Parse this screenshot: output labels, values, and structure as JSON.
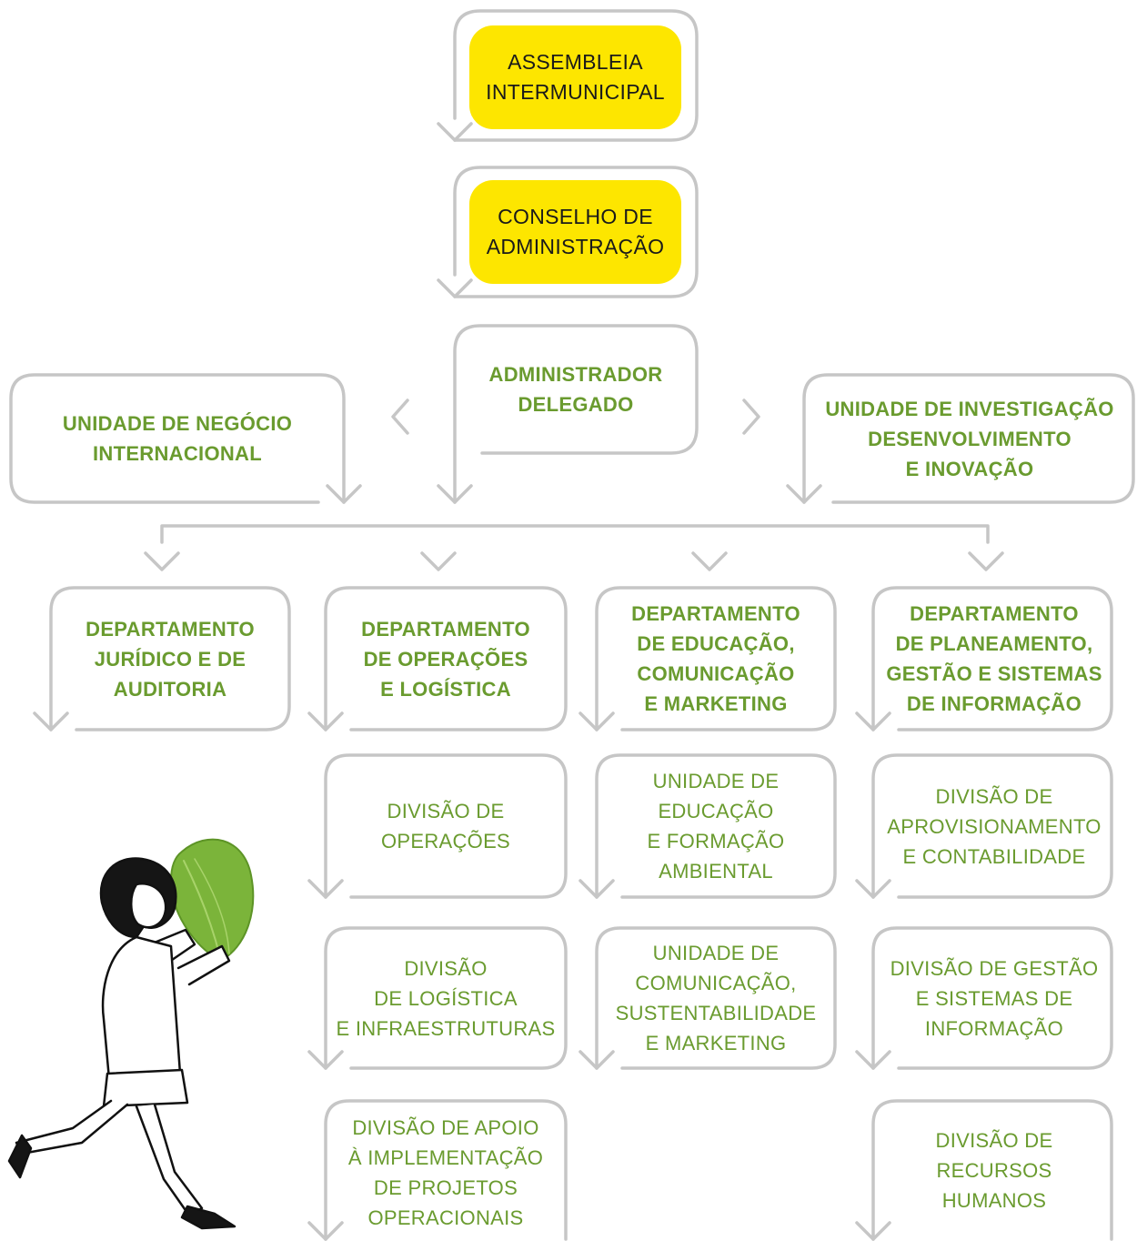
{
  "colors": {
    "outline": "#c6c6c6",
    "highlight": "#fde600",
    "text_green": "#6a9b2f",
    "text_dark": "#1a1a1a"
  },
  "diagram": {
    "assembleia": "ASSEMBLEIA\nINTERMUNICIPAL",
    "conselho": "CONSELHO DE\nADMINISTRAÇÃO",
    "administrador": "ADMINISTRADOR\nDELEGADO",
    "unidade_negocio": "UNIDADE DE NEGÓCIO\nINTERNACIONAL",
    "unidade_investigacao": "UNIDADE DE INVESTIGAÇÃO\nDESENVOLVIMENTO\nE INOVAÇÃO",
    "departments": [
      {
        "title": "DEPARTAMENTO\nJURÍDICO E DE\nAUDITORIA",
        "units": []
      },
      {
        "title": "DEPARTAMENTO\nDE OPERAÇÕES\nE LOGÍSTICA",
        "units": [
          "DIVISÃO DE\nOPERAÇÕES",
          "DIVISÃO\nDE LOGÍSTICA\nE INFRAESTRUTURAS",
          "DIVISÃO DE APOIO\nÀ IMPLEMENTAÇÃO\nDE PROJETOS\nOPERACIONAIS"
        ]
      },
      {
        "title": "DEPARTAMENTO\nDE EDUCAÇÃO,\nCOMUNICAÇÃO\nE MARKETING",
        "units": [
          "UNIDADE DE\nEDUCAÇÃO\nE FORMAÇÃO\nAMBIENTAL",
          "UNIDADE DE\nCOMUNICAÇÃO,\nSUSTENTABILIDADE\nE MARKETING"
        ]
      },
      {
        "title": "DEPARTAMENTO\nDE PLANEAMENTO,\nGESTÃO E SISTEMAS\nDE INFORMAÇÃO",
        "units": [
          "DIVISÃO DE\nAPROVISIONAMENTO\nE CONTABILIDADE",
          "DIVISÃO DE GESTÃO\nE SISTEMAS DE\nINFORMAÇÃO",
          "DIVISÃO DE\nRECURSOS\nHUMANOS"
        ]
      }
    ]
  }
}
